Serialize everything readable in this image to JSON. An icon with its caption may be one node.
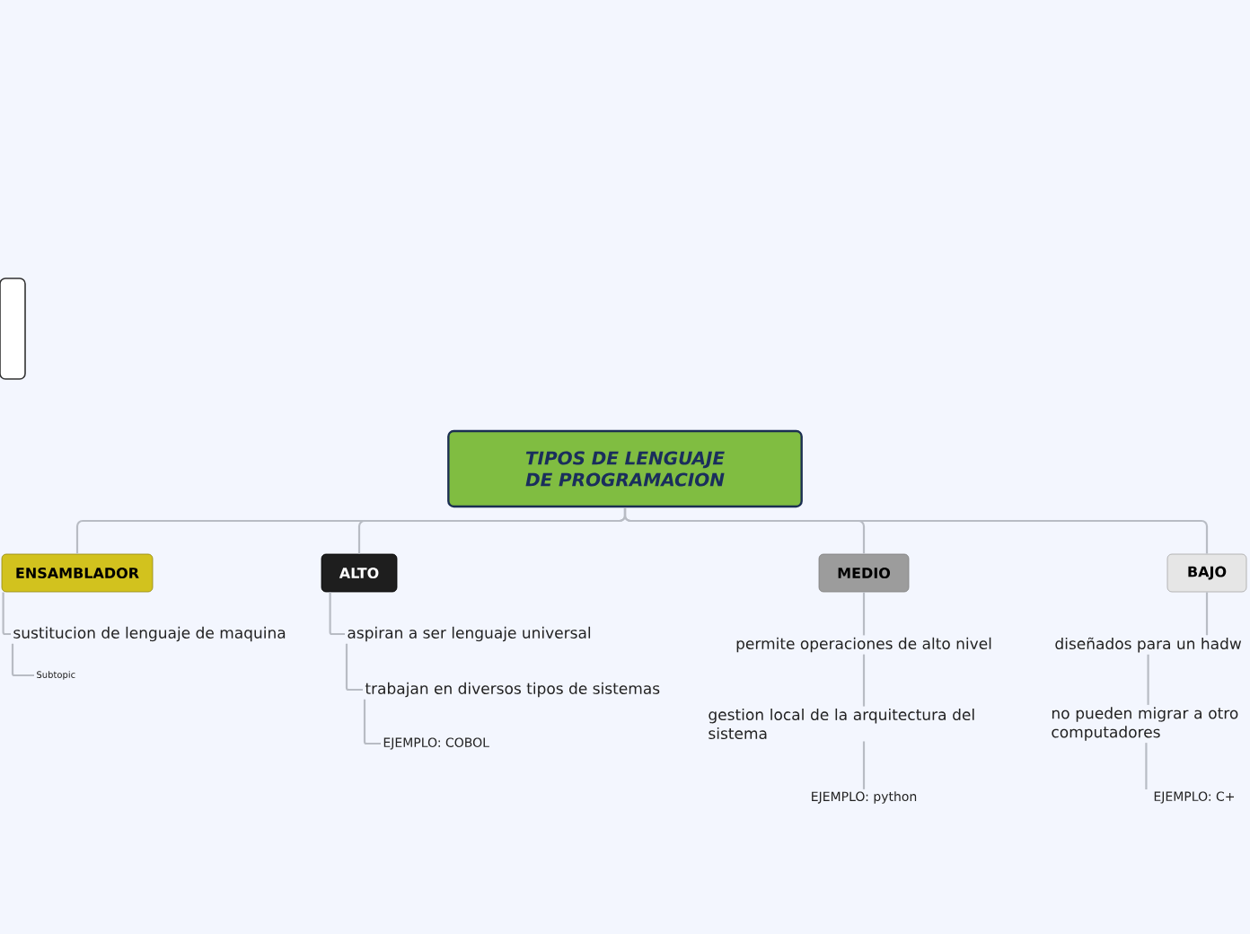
{
  "diagram": {
    "nodes": [
      {
        "text": [
          "TIPOS DE LENGUAJE DE PROGRAMACION"
        ]
      },
      {
        "text": [
          "ENSAMBLADOR"
        ]
      },
      {
        "text": [
          "sustitucion de lenguaje de maquina"
        ]
      },
      {
        "text": [
          "Subtopic"
        ]
      },
      {
        "text": [
          "ALTO"
        ]
      },
      {
        "text": [
          "aspiran a ser lenguaje universal"
        ]
      },
      {
        "text": [
          "trabajan en diversos tipos de sistemas"
        ]
      },
      {
        "text": [
          "EJEMPLO: COBOL"
        ]
      },
      {
        "text": [
          "MEDIO"
        ]
      },
      {
        "text": [
          "permite operaciones de alto nivel"
        ]
      },
      {
        "text": [
          "gestion local de la arquitectura del sistema"
        ]
      },
      {
        "text": [
          "EJEMPLO: python"
        ]
      },
      {
        "text": [
          "BAJO"
        ]
      },
      {
        "text": [
          "diseñados para un hadw"
        ]
      },
      {
        "text": [
          "no pueden migrar a otro computadores"
        ]
      },
      {
        "text": [
          "EJEMPLO: C+"
        ]
      },
      {
        "text": [],
        "shape": "box"
      }
    ],
    "edges": [
      {
        "from": 0,
        "to": 1,
        "arrow": "none"
      },
      {
        "from": 0,
        "to": 4,
        "arrow": "none"
      },
      {
        "from": 0,
        "to": 8,
        "arrow": "none"
      },
      {
        "from": 0,
        "to": 12,
        "arrow": "none"
      },
      {
        "from": 1,
        "to": 2,
        "arrow": "none"
      },
      {
        "from": 2,
        "to": 3,
        "arrow": "none"
      },
      {
        "from": 4,
        "to": 5,
        "arrow": "none"
      },
      {
        "from": 5,
        "to": 6,
        "arrow": "none"
      },
      {
        "from": 6,
        "to": 7,
        "arrow": "none"
      },
      {
        "from": 8,
        "to": 9,
        "arrow": "none"
      },
      {
        "from": 9,
        "to": 10,
        "arrow": "none"
      },
      {
        "from": 10,
        "to": 11,
        "arrow": "none"
      },
      {
        "from": 12,
        "to": 13,
        "arrow": "none"
      },
      {
        "from": 13,
        "to": 14,
        "arrow": "none"
      },
      {
        "from": 14,
        "to": 15,
        "arrow": "none"
      }
    ]
  }
}
